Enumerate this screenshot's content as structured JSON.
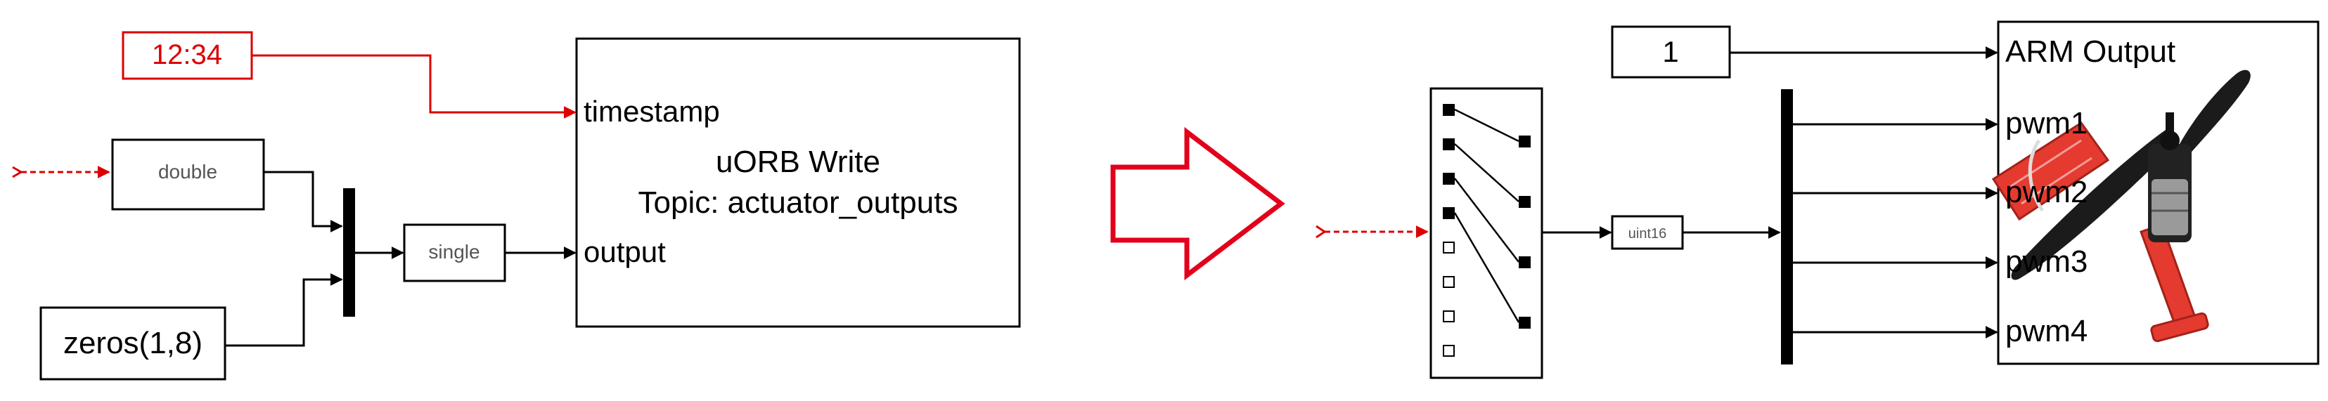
{
  "left_model": {
    "timestamp_block": "12:34",
    "convert_double": "double",
    "convert_single": "single",
    "zeros_block": "zeros(1,8)",
    "uorb_block": {
      "port_timestamp": "timestamp",
      "port_output": "output",
      "title": "uORB Write",
      "topic": "Topic: actuator_outputs"
    }
  },
  "right_model": {
    "constant_block": "1",
    "cast_block": "uint16",
    "output_block": {
      "port_arm": "ARM Output",
      "port_pwm1": "pwm1",
      "port_pwm2": "pwm2",
      "port_pwm3": "pwm3",
      "port_pwm4": "pwm4"
    }
  },
  "colors": {
    "signal_red": "#dd0000",
    "arrow_red": "#e3001b",
    "drone_frame": "#e53a2f",
    "propeller": "#1b1b1b"
  },
  "icons": {
    "transform_arrow": "right-arrow-outline-icon",
    "drone_image": "quadcopter-motor-propeller-icon"
  }
}
